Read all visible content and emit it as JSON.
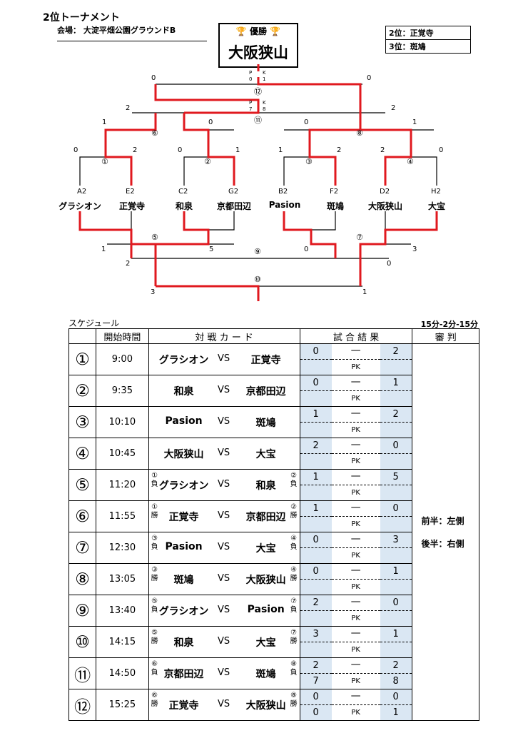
{
  "header": {
    "title": "2位トーナメント",
    "venue": "会場： 大淀平畑公園グラウンドB",
    "champion_label": "🏆 優勝 🏆",
    "champion": "大阪狭山",
    "second": "2位：正覚寺",
    "third": "3位：斑鳩"
  },
  "bracket": {
    "seeds": [
      "A2",
      "E2",
      "C2",
      "G2",
      "B2",
      "F2",
      "D2",
      "H2"
    ],
    "teams_top": [
      "グラシオン",
      "正覚寺",
      "和泉",
      "京都田辺",
      "Pasion",
      "斑鳩",
      "大阪狭山",
      "大宝"
    ],
    "match_nums": [
      "①",
      "②",
      "③",
      "④",
      "⑤",
      "⑥",
      "⑦",
      "⑧",
      "⑨",
      "⑩",
      "⑪",
      "⑫"
    ],
    "scores": {
      "m1": [
        "0",
        "2"
      ],
      "m2": [
        "0",
        "1"
      ],
      "m3": [
        "1",
        "2"
      ],
      "m4": [
        "2",
        "0"
      ],
      "m6": [
        "1",
        "0"
      ],
      "m8": [
        "0",
        "1"
      ],
      "m11": [
        "2",
        "2"
      ],
      "m11_pk": [
        "7",
        "8"
      ],
      "m12": [
        "0",
        "0"
      ],
      "m12_pk": [
        "0",
        "1"
      ],
      "m5": [
        "1",
        "5"
      ],
      "m7": [
        "0",
        "3"
      ],
      "m9": [
        "2",
        "0"
      ],
      "m10": [
        "3",
        "1"
      ]
    },
    "pk_label": "P",
    "k_label": "K"
  },
  "schedule": {
    "label": "スケジュール",
    "time_format": "15分-2分-15分",
    "headers": [
      "開始時間",
      "対 戦 カ ー ド",
      "試 合 結 果",
      "審 判"
    ],
    "vs": "VS",
    "pk": "PK",
    "dash": "—",
    "referee": [
      "前半：左側",
      "後半：右側"
    ],
    "rows": [
      {
        "no": "①",
        "time": "9:00",
        "l": "グラシオン",
        "r": "正覚寺",
        "lt": "",
        "rt": "",
        "s1": "0",
        "s2": "2",
        "p1": "",
        "p2": ""
      },
      {
        "no": "②",
        "time": "9:35",
        "l": "和泉",
        "r": "京都田辺",
        "lt": "",
        "rt": "",
        "s1": "0",
        "s2": "1",
        "p1": "",
        "p2": ""
      },
      {
        "no": "③",
        "time": "10:10",
        "l": "Pasion",
        "r": "斑鳩",
        "lt": "",
        "rt": "",
        "s1": "1",
        "s2": "2",
        "p1": "",
        "p2": ""
      },
      {
        "no": "④",
        "time": "10:45",
        "l": "大阪狭山",
        "r": "大宝",
        "lt": "",
        "rt": "",
        "s1": "2",
        "s2": "0",
        "p1": "",
        "p2": ""
      },
      {
        "no": "⑤",
        "time": "11:20",
        "l": "グラシオン",
        "r": "和泉",
        "lt": "①負",
        "rt": "②負",
        "s1": "1",
        "s2": "5",
        "p1": "",
        "p2": ""
      },
      {
        "no": "⑥",
        "time": "11:55",
        "l": "正覚寺",
        "r": "京都田辺",
        "lt": "①勝",
        "rt": "②勝",
        "s1": "1",
        "s2": "0",
        "p1": "",
        "p2": ""
      },
      {
        "no": "⑦",
        "time": "12:30",
        "l": "Pasion",
        "r": "大宝",
        "lt": "③負",
        "rt": "④負",
        "s1": "0",
        "s2": "3",
        "p1": "",
        "p2": ""
      },
      {
        "no": "⑧",
        "time": "13:05",
        "l": "斑鳩",
        "r": "大阪狭山",
        "lt": "③勝",
        "rt": "④勝",
        "s1": "0",
        "s2": "1",
        "p1": "",
        "p2": ""
      },
      {
        "no": "⑨",
        "time": "13:40",
        "l": "グラシオン",
        "r": "Pasion",
        "lt": "⑤負",
        "rt": "⑦負",
        "s1": "2",
        "s2": "0",
        "p1": "",
        "p2": ""
      },
      {
        "no": "⑩",
        "time": "14:15",
        "l": "和泉",
        "r": "大宝",
        "lt": "⑤勝",
        "rt": "⑦勝",
        "s1": "3",
        "s2": "1",
        "p1": "",
        "p2": ""
      },
      {
        "no": "⑪",
        "time": "14:50",
        "l": "京都田辺",
        "r": "斑鳩",
        "lt": "⑥負",
        "rt": "⑧負",
        "s1": "2",
        "s2": "2",
        "p1": "7",
        "p2": "8"
      },
      {
        "no": "⑫",
        "time": "15:25",
        "l": "正覚寺",
        "r": "大阪狭山",
        "lt": "⑥勝",
        "rt": "⑧勝",
        "s1": "0",
        "s2": "0",
        "p1": "0",
        "p2": "1"
      }
    ]
  },
  "colors": {
    "win_line": "#e0191f",
    "line": "#000000",
    "result_bg": "#dae7f3"
  }
}
